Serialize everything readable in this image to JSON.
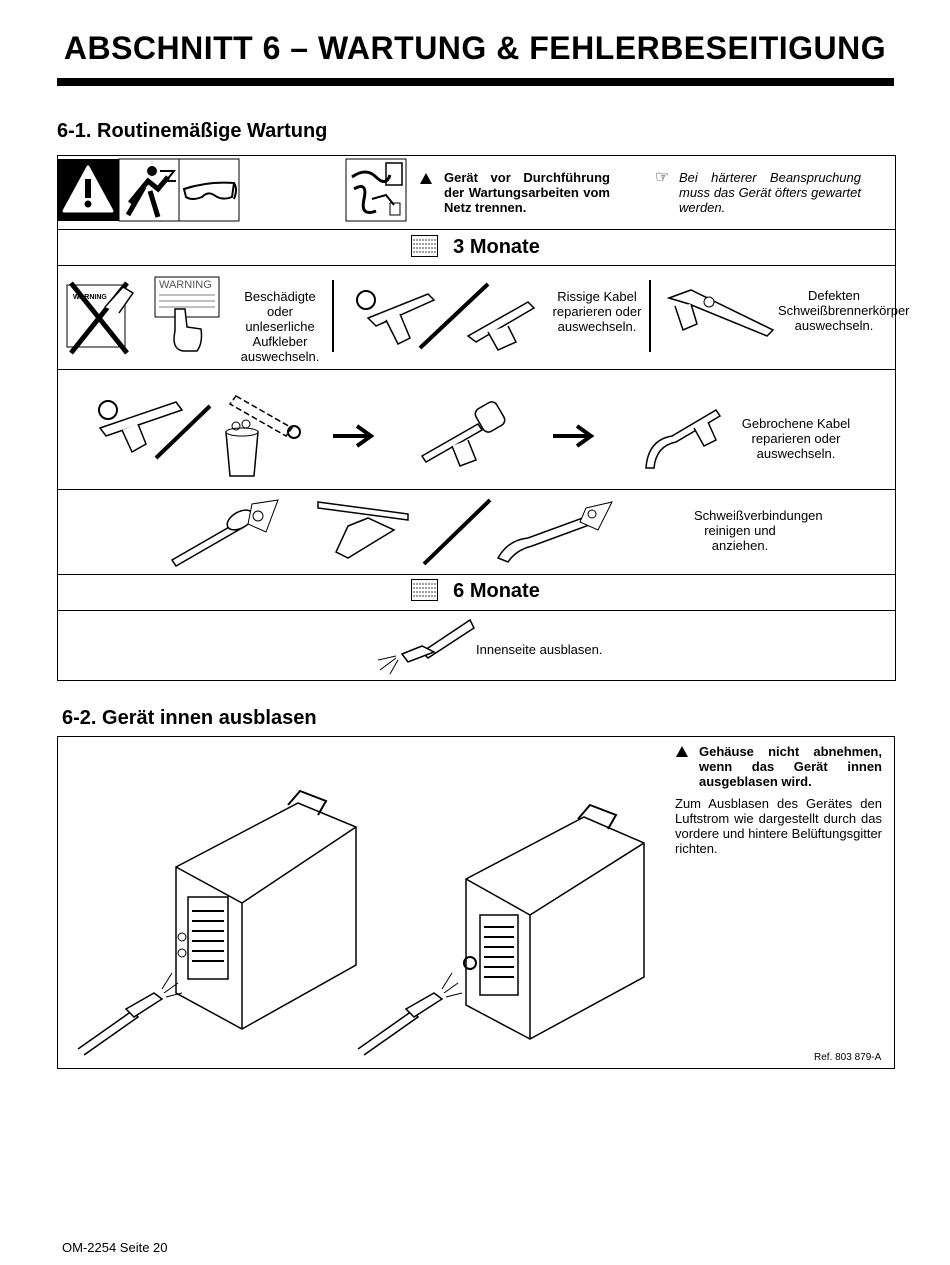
{
  "header": {
    "title": "ABSCHNITT 6 – WARTUNG & FEHLERBESEITIGUNG"
  },
  "section1": {
    "title": "6-1.   Routinemäßige Wartung",
    "warning": "Gerät vor Durchführung der Wartungsarbeiten vom Netz trennen.",
    "note": "Bei härterer Beanspruchung muss das Gerät öfters gewartet werden.",
    "interval_3": "3 Monate",
    "interval_6": "6 Monate",
    "labels_text": "Beschädigte oder unleserliche Aufkleber auswechseln.",
    "cables_text": "Rissige Kabel reparieren oder auswechseln.",
    "torch_text": "Defekten Schweißbrennerkörper auswechseln.",
    "broken_cable_text": "Gebrochene Kabel reparieren oder auswechseln.",
    "welds_text": "Schweißverbindungen reinigen und anziehen.",
    "blow_text": "Innenseite ausblasen.",
    "warning_sticker": "WARNING",
    "warning_card": "WARNING"
  },
  "section2": {
    "title": "6-2.   Gerät innen ausblasen",
    "warning": "Gehäuse nicht abnehmen, wenn das Gerät innen ausgeblasen wird.",
    "body": "Zum Ausblasen des Gerätes den Luftstrom wie dargestellt durch das vordere und hintere Belüftungsgitter richten.",
    "ref": "Ref. 803 879-A"
  },
  "footer": {
    "page": "OM-2254 Seite 20"
  }
}
